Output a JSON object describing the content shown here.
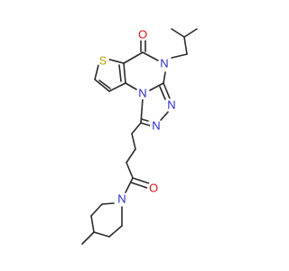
{
  "colors": {
    "bond": "#2b2b2b",
    "sulfur": "#b8a300",
    "nitrogen": "#2a2acc",
    "oxygen": "#e0141e",
    "background": "#ffffff"
  },
  "atom_labels": {
    "s1": "S",
    "o1": "O",
    "n4": "N",
    "n10": "N",
    "n3": "N",
    "n2": "N",
    "o2": "O",
    "n_pip": "N"
  }
}
